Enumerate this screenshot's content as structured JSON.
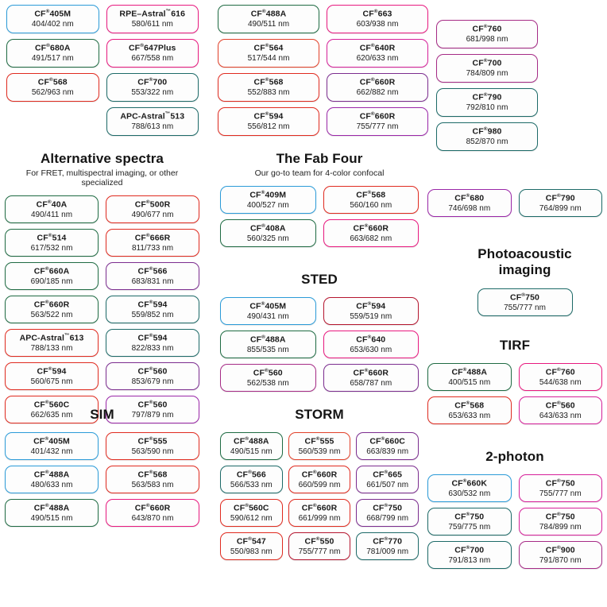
{
  "meta": {
    "registered_mark": "®",
    "trademark_mark": "™",
    "unit": "nm"
  },
  "sections": [
    {
      "id": "top-left",
      "title": "",
      "subtitle": "",
      "columns": 2,
      "dyes": [
        {
          "name": "CF®405M",
          "base": "CF",
          "mark": "®",
          "suffix": "405M",
          "wavelengths": "404/402 nm",
          "color": "#2b9bd8",
          "colorclass": "c-blue"
        },
        {
          "name": "RPE–Astral™616",
          "base": "RPE–Astral",
          "mark": "™",
          "suffix": "616",
          "wavelengths": "580/611 nm",
          "color": "#e8197f",
          "colorclass": "c-pink"
        },
        {
          "name": "CF®680A",
          "base": "CF",
          "mark": "®",
          "suffix": "680A",
          "wavelengths": "491/517 nm",
          "color": "#1f6b43",
          "colorclass": "c-green"
        },
        {
          "name": "CF®647Plus",
          "base": "CF",
          "mark": "®",
          "suffix": "647Plus",
          "wavelengths": "667/558 nm",
          "color": "#e8197f",
          "colorclass": "c-pink"
        },
        {
          "name": "CF®568",
          "base": "CF",
          "mark": "®",
          "suffix": "568",
          "wavelengths": "562/963 nm",
          "color": "#e02b20",
          "colorclass": "c-red"
        },
        {
          "name": "CF®700",
          "base": "CF",
          "mark": "®",
          "suffix": "700",
          "wavelengths": "553/322 nm",
          "color": "#1d6a68",
          "colorclass": "c-teal"
        },
        {
          "name": "",
          "base": "",
          "mark": "",
          "suffix": "",
          "wavelengths": "",
          "color": "",
          "colorclass": "empty"
        },
        {
          "name": "APC-Astral™513",
          "base": "APC-Astral",
          "mark": "™",
          "suffix": "513",
          "wavelengths": "788/613 nm",
          "color": "#1d6a68",
          "colorclass": "c-teal"
        }
      ]
    },
    {
      "id": "top-mid",
      "title": "",
      "subtitle": "",
      "columns": 2,
      "dyes": [
        {
          "name": "CF®488A",
          "base": "CF",
          "mark": "®",
          "suffix": "488A",
          "wavelengths": "490/511 nm",
          "color": "#1f6b43",
          "colorclass": "c-green"
        },
        {
          "name": "CF®663",
          "base": "CF",
          "mark": "®",
          "suffix": "663",
          "wavelengths": "603/938 nm",
          "color": "#e8197f",
          "colorclass": "c-pink"
        },
        {
          "name": "CF®564",
          "base": "CF",
          "mark": "®",
          "suffix": "564",
          "wavelengths": "517/544 nm",
          "color": "#e2412a",
          "colorclass": "c-orange"
        },
        {
          "name": "CF®640R",
          "base": "CF",
          "mark": "®",
          "suffix": "640R",
          "wavelengths": "620/633 nm",
          "color": "#d6219a",
          "colorclass": "c-magenta"
        },
        {
          "name": "CF®568",
          "base": "CF",
          "mark": "®",
          "suffix": "568",
          "wavelengths": "552/883 nm",
          "color": "#e02b20",
          "colorclass": "c-red"
        },
        {
          "name": "CF®660R",
          "base": "CF",
          "mark": "®",
          "suffix": "660R",
          "wavelengths": "662/882 nm",
          "color": "#7c2d8f",
          "colorclass": "c-purple"
        },
        {
          "name": "CF®594",
          "base": "CF",
          "mark": "®",
          "suffix": "594",
          "wavelengths": "556/812 nm",
          "color": "#e02b20",
          "colorclass": "c-red"
        },
        {
          "name": "CF®660R",
          "base": "CF",
          "mark": "®",
          "suffix": "660R",
          "wavelengths": "755/777 nm",
          "color": "#9a27a8",
          "colorclass": "c-violet"
        }
      ]
    },
    {
      "id": "top-right",
      "title": "",
      "subtitle": "",
      "columns": 1,
      "dyes": [
        {
          "name": "CF®760",
          "base": "CF",
          "mark": "®",
          "suffix": "760",
          "wavelengths": "681/998 nm",
          "color": "#a62b86",
          "colorclass": "c-plum"
        },
        {
          "name": "CF®700",
          "base": "CF",
          "mark": "®",
          "suffix": "700",
          "wavelengths": "784/809 nm",
          "color": "#a62b86",
          "colorclass": "c-plum"
        },
        {
          "name": "CF®790",
          "base": "CF",
          "mark": "®",
          "suffix": "790",
          "wavelengths": "792/810 nm",
          "color": "#1d6a68",
          "colorclass": "c-teal"
        },
        {
          "name": "CF®980",
          "base": "CF",
          "mark": "®",
          "suffix": "980",
          "wavelengths": "852/870 nm",
          "color": "#1d6a68",
          "colorclass": "c-teal"
        }
      ]
    },
    {
      "id": "alternative-spectra",
      "title": "Alternative spectra",
      "subtitle": "For FRET, multispectral imaging, or other specialized",
      "columns": 2,
      "dyes": [
        {
          "name": "CF®40A",
          "base": "CF",
          "mark": "®",
          "suffix": "40A",
          "wavelengths": "490/411 nm",
          "color": "#1f6b43",
          "colorclass": "c-green"
        },
        {
          "name": "CF®500R",
          "base": "CF",
          "mark": "®",
          "suffix": "500R",
          "wavelengths": "490/677 nm",
          "color": "#e02b20",
          "colorclass": "c-red"
        },
        {
          "name": "CF®514",
          "base": "CF",
          "mark": "®",
          "suffix": "514",
          "wavelengths": "617/532 nm",
          "color": "#1f6b43",
          "colorclass": "c-green"
        },
        {
          "name": "CF®666R",
          "base": "CF",
          "mark": "®",
          "suffix": "666R",
          "wavelengths": "811/733 nm",
          "color": "#e02b20",
          "colorclass": "c-red"
        },
        {
          "name": "CF®660A",
          "base": "CF",
          "mark": "®",
          "suffix": "660A",
          "wavelengths": "690/185 nm",
          "color": "#1f6b43",
          "colorclass": "c-green"
        },
        {
          "name": "CF®566",
          "base": "CF",
          "mark": "®",
          "suffix": "566",
          "wavelengths": "683/831 nm",
          "color": "#7c2d8f",
          "colorclass": "c-purple"
        },
        {
          "name": "CF®660R",
          "base": "CF",
          "mark": "®",
          "suffix": "660R",
          "wavelengths": "563/522 nm",
          "color": "#1f6b43",
          "colorclass": "c-green"
        },
        {
          "name": "CF®594",
          "base": "CF",
          "mark": "®",
          "suffix": "594",
          "wavelengths": "559/852 nm",
          "color": "#1d6a68",
          "colorclass": "c-teal"
        },
        {
          "name": "APC-Astral™613",
          "base": "APC-Astral",
          "mark": "™",
          "suffix": "613",
          "wavelengths": "788/133 nm",
          "color": "#e02b20",
          "colorclass": "c-red"
        },
        {
          "name": "CF®594",
          "base": "CF",
          "mark": "®",
          "suffix": "594",
          "wavelengths": "822/833 nm",
          "color": "#1d6a68",
          "colorclass": "c-teal"
        },
        {
          "name": "CF®594",
          "base": "CF",
          "mark": "®",
          "suffix": "594",
          "wavelengths": "560/675 nm",
          "color": "#e02b20",
          "colorclass": "c-red"
        },
        {
          "name": "CF®560",
          "base": "CF",
          "mark": "®",
          "suffix": "560",
          "wavelengths": "853/679 nm",
          "color": "#7c2d8f",
          "colorclass": "c-purple"
        },
        {
          "name": "CF®560C",
          "base": "CF",
          "mark": "®",
          "suffix": "560C",
          "wavelengths": "662/635 nm",
          "color": "#e02b20",
          "colorclass": "c-red"
        },
        {
          "name": "CF®560",
          "base": "CF",
          "mark": "®",
          "suffix": "560",
          "wavelengths": "797/879 nm",
          "color": "#9a27a8",
          "colorclass": "c-violet"
        }
      ]
    },
    {
      "id": "fab-four",
      "title": "The Fab Four",
      "subtitle": "Our go-to team for 4-color confocal",
      "columns": 2,
      "dyes": [
        {
          "name": "CF®409M",
          "base": "CF",
          "mark": "®",
          "suffix": "409M",
          "wavelengths": "400/527 nm",
          "color": "#2b9bd8",
          "colorclass": "c-blue"
        },
        {
          "name": "CF®568",
          "base": "CF",
          "mark": "®",
          "suffix": "568",
          "wavelengths": "560/160 nm",
          "color": "#e02b20",
          "colorclass": "c-red"
        },
        {
          "name": "CF®408A",
          "base": "CF",
          "mark": "®",
          "suffix": "408A",
          "wavelengths": "560/325 nm",
          "color": "#1f6b43",
          "colorclass": "c-green"
        },
        {
          "name": "CF®660R",
          "base": "CF",
          "mark": "®",
          "suffix": "660R",
          "wavelengths": "663/682 nm",
          "color": "#e8197f",
          "colorclass": "c-pink"
        }
      ]
    },
    {
      "id": "sted",
      "title": "STED",
      "subtitle": "",
      "columns": 2,
      "dyes": [
        {
          "name": "CF®405M",
          "base": "CF",
          "mark": "®",
          "suffix": "405M",
          "wavelengths": "490/431 nm",
          "color": "#2b9bd8",
          "colorclass": "c-blue"
        },
        {
          "name": "CF®594",
          "base": "CF",
          "mark": "®",
          "suffix": "594",
          "wavelengths": "559/519 nm",
          "color": "#b5162f",
          "colorclass": "c-darkred"
        },
        {
          "name": "CF®488A",
          "base": "CF",
          "mark": "®",
          "suffix": "488A",
          "wavelengths": "855/535 nm",
          "color": "#1f6b43",
          "colorclass": "c-green"
        },
        {
          "name": "CF®640",
          "base": "CF",
          "mark": "®",
          "suffix": "640",
          "wavelengths": "653/630 nm",
          "color": "#e8197f",
          "colorclass": "c-pink"
        },
        {
          "name": "CF®560",
          "base": "CF",
          "mark": "®",
          "suffix": "560",
          "wavelengths": "562/538 nm",
          "color": "#a62b86",
          "colorclass": "c-plum"
        },
        {
          "name": "CF®660R",
          "base": "CF",
          "mark": "®",
          "suffix": "660R",
          "wavelengths": "658/787 nm",
          "color": "#7c2d8f",
          "colorclass": "c-purple"
        }
      ]
    },
    {
      "id": "sim",
      "title": "SIM",
      "subtitle": "",
      "columns": 2,
      "dyes": [
        {
          "name": "CF®405M",
          "base": "CF",
          "mark": "®",
          "suffix": "405M",
          "wavelengths": "401/432 nm",
          "color": "#2b9bd8",
          "colorclass": "c-blue"
        },
        {
          "name": "CF®555",
          "base": "CF",
          "mark": "®",
          "suffix": "555",
          "wavelengths": "563/590 nm",
          "color": "#e02b20",
          "colorclass": "c-red"
        },
        {
          "name": "CF®488A",
          "base": "CF",
          "mark": "®",
          "suffix": "488A",
          "wavelengths": "480/633 nm",
          "color": "#2b9bd8",
          "colorclass": "c-blue"
        },
        {
          "name": "CF®568",
          "base": "CF",
          "mark": "®",
          "suffix": "568",
          "wavelengths": "563/583 nm",
          "color": "#e02b20",
          "colorclass": "c-red"
        },
        {
          "name": "CF®488A",
          "base": "CF",
          "mark": "®",
          "suffix": "488A",
          "wavelengths": "490/515 nm",
          "color": "#1f6b43",
          "colorclass": "c-green"
        },
        {
          "name": "CF®660R",
          "base": "CF",
          "mark": "®",
          "suffix": "660R",
          "wavelengths": "643/870 nm",
          "color": "#e8197f",
          "colorclass": "c-pink"
        }
      ]
    },
    {
      "id": "storm",
      "title": "STORM",
      "subtitle": "",
      "columns": 3,
      "dyes": [
        {
          "name": "CF®488A",
          "base": "CF",
          "mark": "®",
          "suffix": "488A",
          "wavelengths": "490/515 nm",
          "color": "#1f6b43",
          "colorclass": "c-green"
        },
        {
          "name": "CF®555",
          "base": "CF",
          "mark": "®",
          "suffix": "555",
          "wavelengths": "560/539 nm",
          "color": "#e2412a",
          "colorclass": "c-orange"
        },
        {
          "name": "CF®660C",
          "base": "CF",
          "mark": "®",
          "suffix": "660C",
          "wavelengths": "663/839 nm",
          "color": "#7c2d8f",
          "colorclass": "c-purple"
        },
        {
          "name": "CF®566",
          "base": "CF",
          "mark": "®",
          "suffix": "566",
          "wavelengths": "566/533 nm",
          "color": "#1d6a68",
          "colorclass": "c-teal"
        },
        {
          "name": "CF®660R",
          "base": "CF",
          "mark": "®",
          "suffix": "660R",
          "wavelengths": "660/599 nm",
          "color": "#e02b20",
          "colorclass": "c-red"
        },
        {
          "name": "CF®665",
          "base": "CF",
          "mark": "®",
          "suffix": "665",
          "wavelengths": "661/507 nm",
          "color": "#7c2d8f",
          "colorclass": "c-purple"
        },
        {
          "name": "CF®560C",
          "base": "CF",
          "mark": "®",
          "suffix": "560C",
          "wavelengths": "590/612 nm",
          "color": "#e02b20",
          "colorclass": "c-red"
        },
        {
          "name": "CF®660R",
          "base": "CF",
          "mark": "®",
          "suffix": "660R",
          "wavelengths": "661/999 nm",
          "color": "#e02b20",
          "colorclass": "c-red"
        },
        {
          "name": "CF®750",
          "base": "CF",
          "mark": "®",
          "suffix": "750",
          "wavelengths": "668/799 nm",
          "color": "#7c2d8f",
          "colorclass": "c-purple"
        },
        {
          "name": "CF®547",
          "base": "CF",
          "mark": "®",
          "suffix": "547",
          "wavelengths": "550/983 nm",
          "color": "#e02b20",
          "colorclass": "c-red"
        },
        {
          "name": "CF®550",
          "base": "CF",
          "mark": "®",
          "suffix": "550",
          "wavelengths": "755/777 nm",
          "color": "#b5162f",
          "colorclass": "c-darkred"
        },
        {
          "name": "CF®770",
          "base": "CF",
          "mark": "®",
          "suffix": "770",
          "wavelengths": "781/009 nm",
          "color": "#1d6a68",
          "colorclass": "c-teal"
        }
      ]
    },
    {
      "id": "right-pair",
      "title": "",
      "subtitle": "",
      "columns": 2,
      "dyes": [
        {
          "name": "CF®680",
          "base": "CF",
          "mark": "®",
          "suffix": "680",
          "wavelengths": "746/698 nm",
          "color": "#9a27a8",
          "colorclass": "c-violet"
        },
        {
          "name": "CF®790",
          "base": "CF",
          "mark": "®",
          "suffix": "790",
          "wavelengths": "764/899 nm",
          "color": "#1d6a68",
          "colorclass": "c-teal"
        }
      ]
    },
    {
      "id": "photoacoustic",
      "title": "Photoacoustic imaging",
      "title_lines": [
        "Photoacoustic",
        "imaging"
      ],
      "subtitle": "",
      "columns": 1,
      "dyes": [
        {
          "name": "CF®750",
          "base": "CF",
          "mark": "®",
          "suffix": "750",
          "wavelengths": "755/777 nm",
          "color": "#1d6a68",
          "colorclass": "c-teal"
        }
      ]
    },
    {
      "id": "tirf",
      "title": "TIRF",
      "subtitle": "",
      "columns": 2,
      "dyes": [
        {
          "name": "CF®488A",
          "base": "CF",
          "mark": "®",
          "suffix": "488A",
          "wavelengths": "400/515 nm",
          "color": "#1f6b43",
          "colorclass": "c-green"
        },
        {
          "name": "CF®760",
          "base": "CF",
          "mark": "®",
          "suffix": "760",
          "wavelengths": "544/638 nm",
          "color": "#e8197f",
          "colorclass": "c-pink"
        },
        {
          "name": "CF®568",
          "base": "CF",
          "mark": "®",
          "suffix": "568",
          "wavelengths": "653/633 nm",
          "color": "#e02b20",
          "colorclass": "c-red"
        },
        {
          "name": "CF®560",
          "base": "CF",
          "mark": "®",
          "suffix": "560",
          "wavelengths": "643/633 nm",
          "color": "#d6219a",
          "colorclass": "c-magenta"
        }
      ]
    },
    {
      "id": "two-photon",
      "title": "2-photon",
      "subtitle": "",
      "columns": 2,
      "dyes": [
        {
          "name": "CF®660K",
          "base": "CF",
          "mark": "®",
          "suffix": "660K",
          "wavelengths": "630/532 nm",
          "color": "#2b9bd8",
          "colorclass": "c-blue"
        },
        {
          "name": "CF®750",
          "base": "CF",
          "mark": "®",
          "suffix": "750",
          "wavelengths": "755/777 nm",
          "color": "#d6219a",
          "colorclass": "c-magenta"
        },
        {
          "name": "CF®750",
          "base": "CF",
          "mark": "®",
          "suffix": "750",
          "wavelengths": "759/775 nm",
          "color": "#1d6a68",
          "colorclass": "c-teal"
        },
        {
          "name": "CF®750",
          "base": "CF",
          "mark": "®",
          "suffix": "750",
          "wavelengths": "784/899 nm",
          "color": "#d6219a",
          "colorclass": "c-magenta"
        },
        {
          "name": "CF®700",
          "base": "CF",
          "mark": "®",
          "suffix": "700",
          "wavelengths": "791/813 nm",
          "color": "#1d6a68",
          "colorclass": "c-teal"
        },
        {
          "name": "CF®900",
          "base": "CF",
          "mark": "®",
          "suffix": "900",
          "wavelengths": "791/870 nm",
          "color": "#a62b86",
          "colorclass": "c-plum"
        }
      ]
    }
  ]
}
